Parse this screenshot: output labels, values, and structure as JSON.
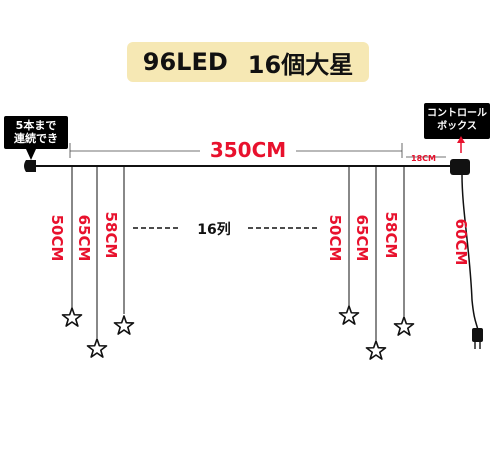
{
  "header": {
    "led_count": "96LED",
    "star_count": "16個大星"
  },
  "callouts": {
    "plug_chain": [
      "5本まで",
      "連続でき"
    ],
    "controller": [
      "コントロール",
      "ボックス"
    ]
  },
  "dimensions": {
    "main_length": "350CM",
    "controller_lead": "18CM",
    "columns": "16列",
    "drop_a": "50CM",
    "drop_b": "65CM",
    "drop_c": "58CM",
    "power_cord": "60CM"
  },
  "colors": {
    "accent_red": "#e8112d",
    "title_bg": "#f6e8b4",
    "line": "#111111"
  }
}
